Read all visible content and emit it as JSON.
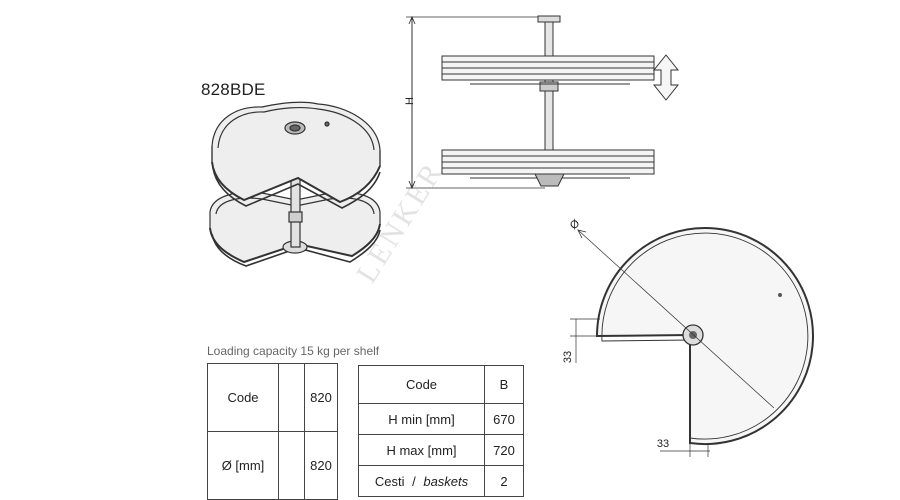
{
  "model_code": "828BDE",
  "watermark": "LENKER",
  "capacity_note": "Loading capacity 15 kg per shelf",
  "dimension_labels": {
    "height": "H",
    "diameter": "Ø",
    "side_offset": "33",
    "bottom_offset": "33"
  },
  "table_main": {
    "rows": [
      {
        "label": "Code",
        "value": "820"
      },
      {
        "label": "Ø [mm]",
        "value": "820"
      }
    ]
  },
  "table_spec": {
    "header": {
      "label": "Code",
      "value": "B"
    },
    "rows": [
      {
        "label": "H min [mm]",
        "value": "670"
      },
      {
        "label": "H max [mm]",
        "value": "720"
      },
      {
        "label": "Cesti",
        "label_sep": "/",
        "label_alt": "baskets",
        "value": "2"
      }
    ]
  },
  "colors": {
    "line": "#333333",
    "tray_fill": "#eeeeee",
    "watermark": "#e3e3e3"
  }
}
